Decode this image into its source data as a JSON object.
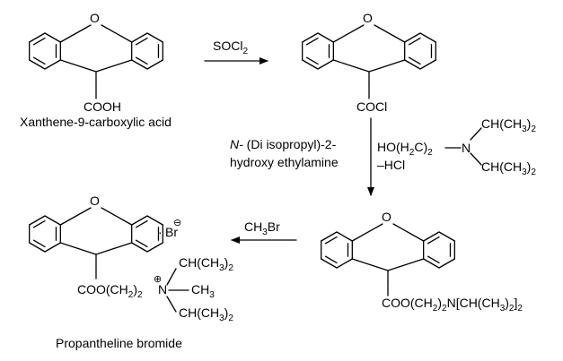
{
  "atoms": {
    "oxygen": "O"
  },
  "step1": {
    "reactant_group": "COOH",
    "reactant_name": "Xanthene-9-carboxylic acid",
    "reagent_prefix": "SOCl",
    "reagent_sub": "2",
    "product_group": "COCl"
  },
  "step2": {
    "reagent_italic": "N-",
    "reagent_line1_rest": " (Di isopropyl)-2-",
    "reagent_line2": "hydroxy ethylamine",
    "amine_hoh_prefix": "HO(H",
    "amine_c": "C)",
    "amine_n": "N",
    "amine_ch": "CH(CH",
    "amine_close": ")",
    "sub2": "2",
    "sub3": "3",
    "minus_hcl": "–HCl",
    "ester_prefix": "COO(CH",
    "ester_mid": ")",
    "ester_n": "N[CH(CH",
    "ester_close1": ")",
    "ester_close2": "]"
  },
  "step3": {
    "reagent_ch": "CH",
    "reagent_br": "Br",
    "plus_sign": "⊕",
    "minus_sign": "⊖",
    "dot": "·",
    "bromide": "Br",
    "methyl": "CH",
    "product_name": "Propantheline bromide"
  }
}
